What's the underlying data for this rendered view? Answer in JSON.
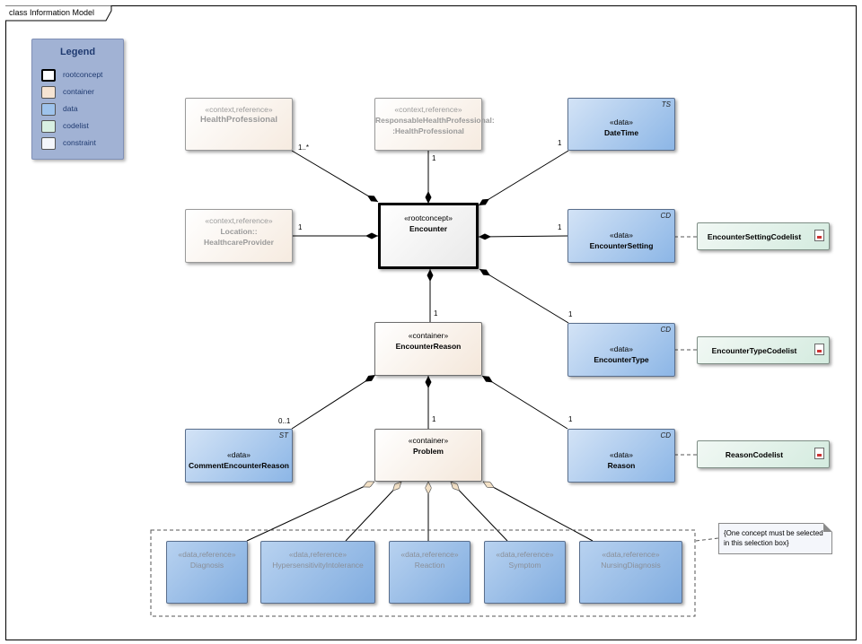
{
  "diagram": {
    "frame_title": "class Information Model"
  },
  "legend": {
    "title": "Legend",
    "items": [
      {
        "label": "rootconcept",
        "color": "#ffffff"
      },
      {
        "label": "container",
        "color": "#f6e4d3"
      },
      {
        "label": "data",
        "color": "#9ec3ec"
      },
      {
        "label": "codelist",
        "color": "#d8efe2"
      },
      {
        "label": "constraint",
        "color": "#f4f6fb"
      }
    ]
  },
  "nodes": {
    "health_professional": {
      "stereotype": "«context,reference»",
      "name": "HealthProfessional"
    },
    "responsable_hp": {
      "stereotype": "«context,reference»",
      "name_line1": "ResponsableHealthProfessional:",
      "name_line2": ":HealthProfessional"
    },
    "date_time": {
      "stereotype": "«data»",
      "name": "DateTime",
      "tag": "TS"
    },
    "location": {
      "stereotype": "«context,reference»",
      "name_line1": "Location::",
      "name_line2": "HealthcareProvider"
    },
    "encounter": {
      "stereotype": "«rootconcept»",
      "name": "Encounter"
    },
    "encounter_setting": {
      "stereotype": "«data»",
      "name": "EncounterSetting",
      "tag": "CD"
    },
    "encounter_setting_codelist": {
      "name": "EncounterSettingCodelist"
    },
    "encounter_reason": {
      "stereotype": "«container»",
      "name": "EncounterReason"
    },
    "encounter_type": {
      "stereotype": "«data»",
      "name": "EncounterType",
      "tag": "CD"
    },
    "encounter_type_codelist": {
      "name": "EncounterTypeCodelist"
    },
    "comment_encounter_reason": {
      "stereotype": "«data»",
      "name": "CommentEncounterReason",
      "tag": "ST"
    },
    "problem": {
      "stereotype": "«container»",
      "name": "Problem"
    },
    "reason": {
      "stereotype": "«data»",
      "name": "Reason",
      "tag": "CD"
    },
    "reason_codelist": {
      "name": "ReasonCodelist"
    },
    "diagnosis": {
      "stereotype": "«data,reference»",
      "name": "Diagnosis"
    },
    "hypersensitivity": {
      "stereotype": "«data,reference»",
      "name": "HypersensitivityIntolerance"
    },
    "reaction": {
      "stereotype": "«data,reference»",
      "name": "Reaction"
    },
    "symptom": {
      "stereotype": "«data,reference»",
      "name": "Symptom"
    },
    "nursing_diagnosis": {
      "stereotype": "«data,reference»",
      "name": "NursingDiagnosis"
    }
  },
  "multiplicities": {
    "health_professional": "1..*",
    "responsable_hp": "1",
    "date_time": "1",
    "location": "1",
    "encounter_setting": "1",
    "encounter_reason": "1",
    "encounter_type": "1",
    "comment_encounter_reason": "0..1",
    "problem": "1",
    "reason": "1"
  },
  "note": {
    "text": "{One concept must be selected in this selection box}"
  }
}
